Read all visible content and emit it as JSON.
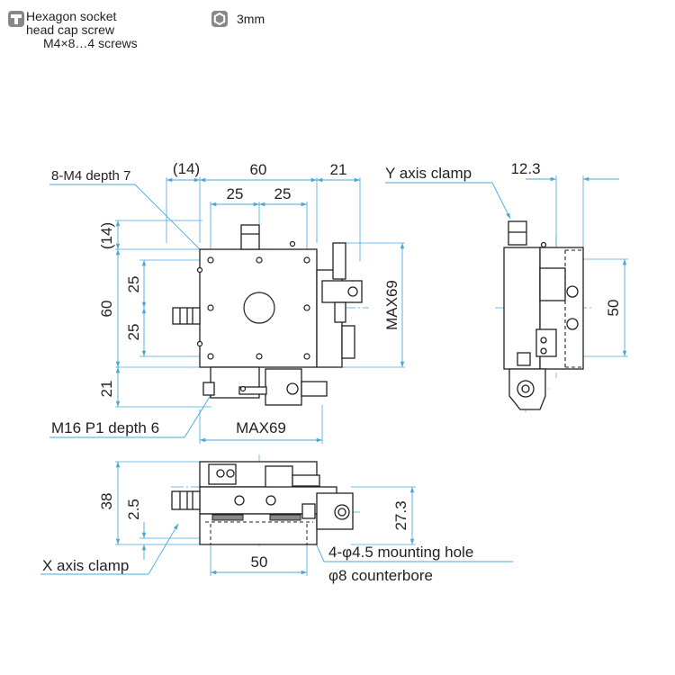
{
  "legend": {
    "screw_line1": "Hexagon socket",
    "screw_line2": "head cap screw",
    "screw_line3": "M4×8…4 screws",
    "wrench_label": "3mm"
  },
  "top_view": {
    "dim_14_top": "(14)",
    "dim_60_top": "60",
    "dim_21_top": "21",
    "dim_25_left": "25",
    "dim_25_right": "25",
    "dim_14_left": "(14)",
    "dim_60_left": "60",
    "dim_25_upper": "25",
    "dim_25_lower": "25",
    "dim_21_left": "21",
    "dim_max69_vert": "MAX69",
    "dim_max69_horiz": "MAX69",
    "label_m4": "8-M4 depth 7",
    "label_m16": "M16 P1 depth 6"
  },
  "side_view": {
    "label_y_clamp": "Y axis clamp",
    "dim_12_3": "12.3",
    "dim_50": "50"
  },
  "front_view": {
    "dim_38": "38",
    "dim_2_5": "2.5",
    "dim_27_3": "27.3",
    "dim_50": "50",
    "label_x_clamp": "X axis clamp",
    "label_mount1": "4-φ4.5 mounting hole",
    "label_mount2": "φ8 counterbore"
  }
}
